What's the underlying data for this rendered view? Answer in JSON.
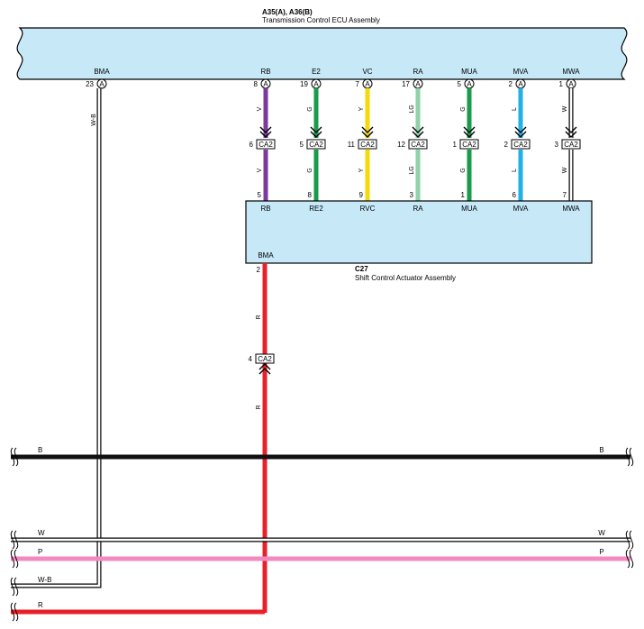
{
  "ecu": {
    "title": "A35(A), A36(B)",
    "subtitle": "Transmission Control ECU Assembly"
  },
  "actuator": {
    "title": "C27",
    "subtitle": "Shift Control Actuator Assembly",
    "bma_label": "BMA",
    "bma_pin": "2"
  },
  "connector_badge": "A",
  "junction_label": "CA2",
  "ecu_pins": [
    {
      "name": "BMA",
      "pin": "23"
    },
    {
      "name": "RB",
      "pin": "8"
    },
    {
      "name": "E2",
      "pin": "19"
    },
    {
      "name": "VC",
      "pin": "7"
    },
    {
      "name": "RA",
      "pin": "17"
    },
    {
      "name": "MUA",
      "pin": "5"
    },
    {
      "name": "MVA",
      "pin": "2"
    },
    {
      "name": "MWA",
      "pin": "1"
    }
  ],
  "signal_wires": [
    {
      "color_code": "V",
      "color": "#7b3a9c",
      "junction_pin": "6",
      "actuator_pin": "5",
      "actuator_name": "RB"
    },
    {
      "color_code": "G",
      "color": "#1a9b4b",
      "junction_pin": "5",
      "actuator_pin": "8",
      "actuator_name": "RE2"
    },
    {
      "color_code": "Y",
      "color": "#f5d90a",
      "junction_pin": "11",
      "actuator_pin": "9",
      "actuator_name": "RVC"
    },
    {
      "color_code": "LG",
      "color": "#8fd1a9",
      "junction_pin": "12",
      "actuator_pin": "3",
      "actuator_name": "RA"
    },
    {
      "color_code": "G",
      "color": "#1a9b4b",
      "junction_pin": "1",
      "actuator_pin": "1",
      "actuator_name": "MUA"
    },
    {
      "color_code": "L",
      "color": "#22b0e8",
      "junction_pin": "2",
      "actuator_pin": "6",
      "actuator_name": "MVA"
    },
    {
      "color_code": "W",
      "color": "#ffffff",
      "junction_pin": "3",
      "actuator_pin": "7",
      "actuator_name": "MWA"
    }
  ],
  "bma_wire": {
    "color_code": "W-B"
  },
  "power_wire": {
    "color_code": "R",
    "color": "#e8202a",
    "junction_pin": "4"
  },
  "bus_lines": [
    {
      "label_left": "B",
      "label_right": "B",
      "color": "#111111"
    },
    {
      "label_left": "W",
      "label_right": "W",
      "color": "#ffffff"
    },
    {
      "label_left": "P",
      "label_right": "P",
      "color": "#f08ac0"
    },
    {
      "label_left": "W-B",
      "label_right": "",
      "color": "#ffffff"
    },
    {
      "label_left": "R",
      "label_right": "",
      "color": "#e8202a"
    }
  ]
}
